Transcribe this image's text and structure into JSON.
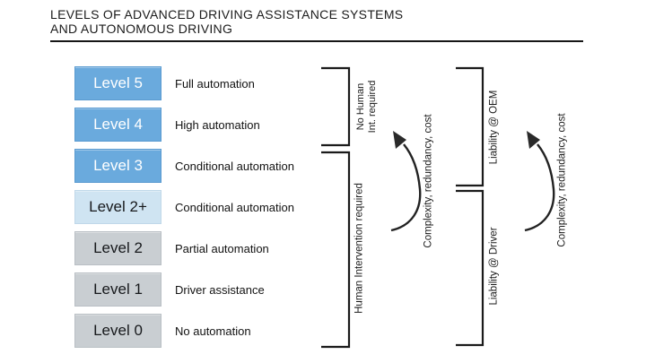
{
  "title": {
    "line1": "LEVELS OF ADVANCED DRIVING ASSISTANCE SYSTEMS",
    "line2": "AND AUTONOMOUS DRIVING"
  },
  "levels": [
    {
      "label": "Level 5",
      "description": "Full automation",
      "variant": "blue"
    },
    {
      "label": "Level 4",
      "description": "High automation",
      "variant": "blue"
    },
    {
      "label": "Level 3",
      "description": "Conditional automation",
      "variant": "blue"
    },
    {
      "label": "Level 2+",
      "description": "Conditional automation",
      "variant": "lightblue"
    },
    {
      "label": "Level 2",
      "description": "Partial automation",
      "variant": "gray"
    },
    {
      "label": "Level 1",
      "description": "Driver assistance",
      "variant": "gray"
    },
    {
      "label": "Level 0",
      "description": "No automation",
      "variant": "gray"
    }
  ],
  "annotations": {
    "no_human_line1": "No Human",
    "no_human_line2": "Int. required",
    "human_intervention": "Human Intervention required",
    "liability_oem": "Liability @ OEM",
    "liability_driver": "Liability @ Driver",
    "arrow_left_label": "Complexity, redundancy, cost",
    "arrow_right_label": "Complexity, redundancy, cost"
  },
  "colors": {
    "blue_box": "#6aaadd",
    "lightblue_box": "#cfe4f2",
    "gray_box": "#c9ced2",
    "line": "#1a1a1a"
  }
}
